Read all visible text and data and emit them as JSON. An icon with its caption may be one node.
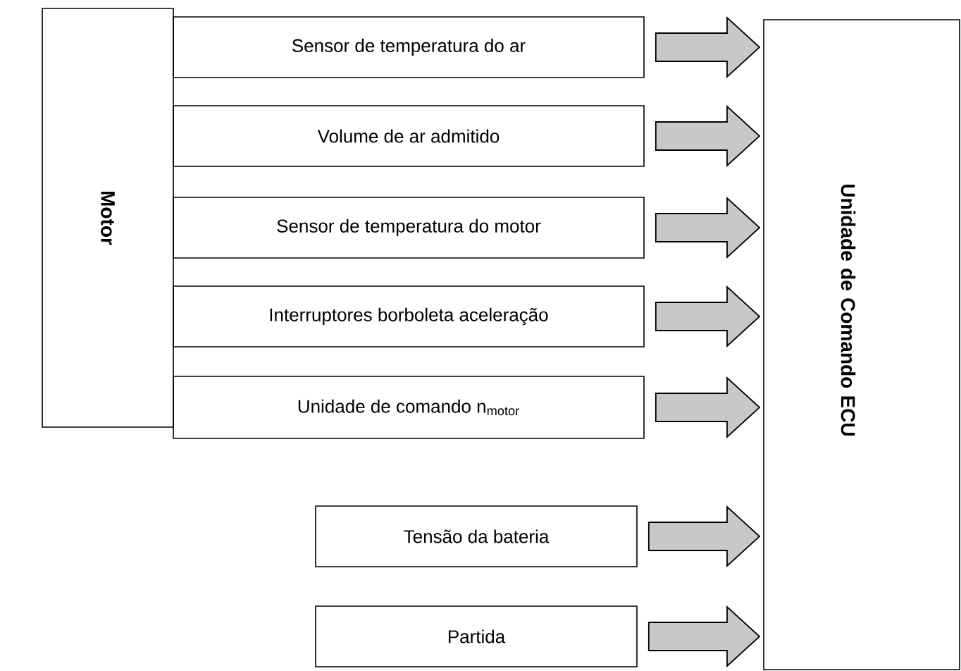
{
  "diagram": {
    "nodes": [
      {
        "text": [
          "Motor"
        ]
      },
      {
        "text": [
          "Sensor de temperatura do ar"
        ]
      },
      {
        "text": [
          "Volume de ar admitido"
        ]
      },
      {
        "text": [
          "Sensor de temperatura do motor"
        ]
      },
      {
        "text": [
          "Interruptores borboleta aceleração"
        ]
      },
      {
        "text": [
          "Unidade de comando n$_{motor}$"
        ]
      },
      {
        "text": [
          "Tensão da bateria"
        ]
      },
      {
        "text": [
          "Partida"
        ]
      },
      {
        "text": [
          "Unidade de Comando ECU"
        ]
      }
    ],
    "edges": [
      {
        "from": 1,
        "to": 8,
        "arrow": "to"
      },
      {
        "from": 2,
        "to": 8,
        "arrow": "to"
      },
      {
        "from": 3,
        "to": 8,
        "arrow": "to"
      },
      {
        "from": 4,
        "to": 8,
        "arrow": "to"
      },
      {
        "from": 5,
        "to": 8,
        "arrow": "to"
      },
      {
        "from": 6,
        "to": 8,
        "arrow": "to"
      },
      {
        "from": 7,
        "to": 8,
        "arrow": "to"
      }
    ]
  }
}
